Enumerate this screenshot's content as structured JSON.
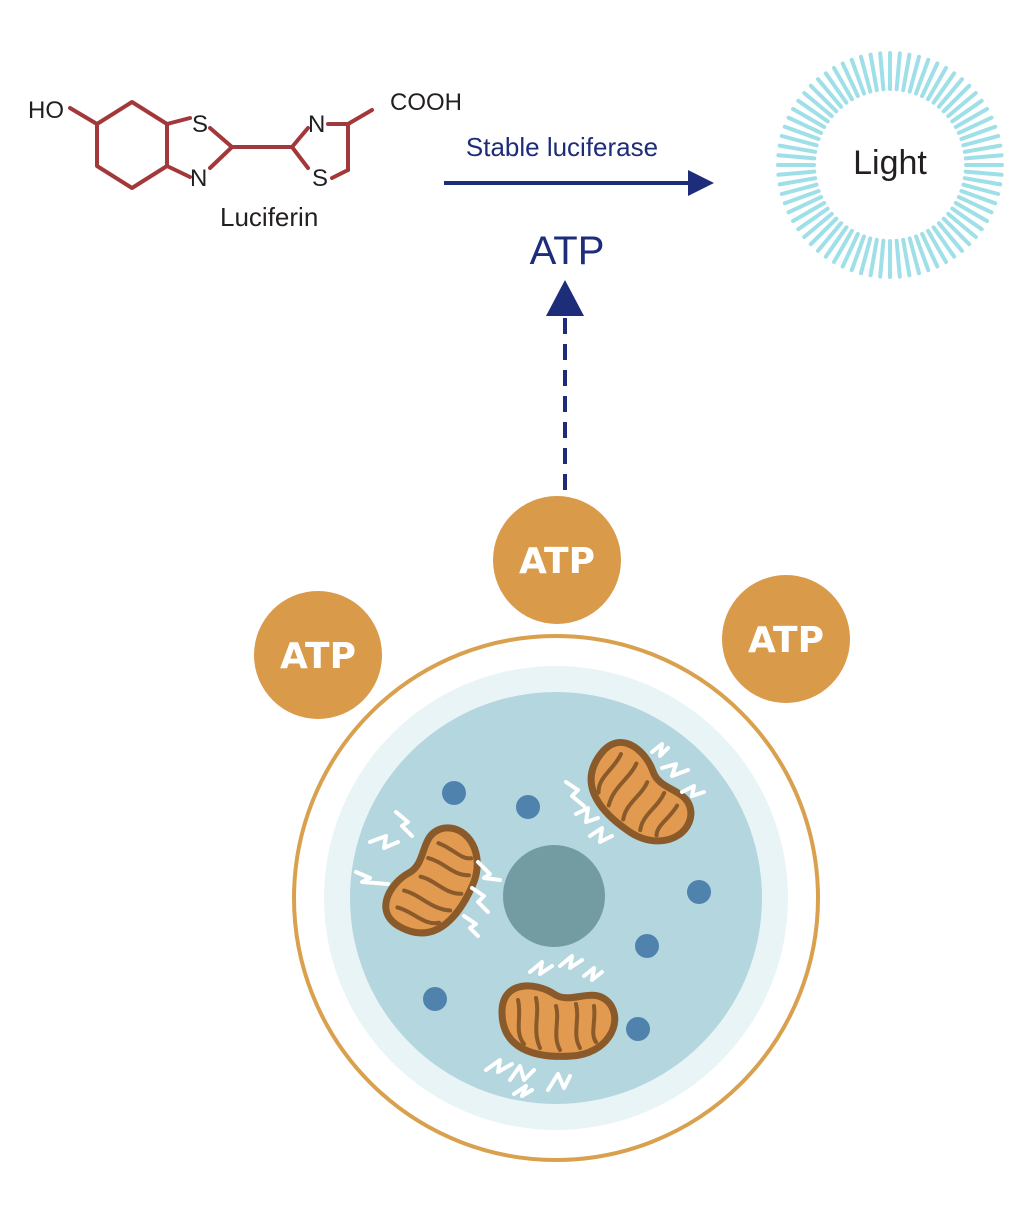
{
  "luciferin": {
    "substituent_left": "HO",
    "substituent_right": "COOH",
    "atom_s1": "S",
    "atom_n1": "N",
    "atom_n2": "N",
    "atom_s2": "S",
    "name": "Luciferin"
  },
  "reaction": {
    "enzyme_label": "Stable luciferase",
    "cofactor_label": "ATP",
    "product_label": "Light"
  },
  "cell": {
    "atp_molecules": [
      "ATP",
      "ATP",
      "ATP"
    ]
  },
  "colors": {
    "bond": "#a3383a",
    "arrow": "#1e2d7a",
    "light_ray": "#9fdfe8",
    "atp_bubble": "#d99a4a",
    "cell_membrane": "#d9a04e",
    "cell_outer": "#e9f4f7",
    "cytoplasm": "#b4d6de",
    "nucleus": "#739ba2",
    "granule": "#4f82ac",
    "mito_fill": "#e19a4f",
    "mito_outline": "#8a5a2b",
    "text": "#231f20"
  }
}
